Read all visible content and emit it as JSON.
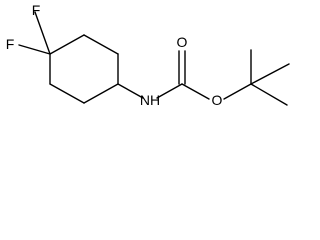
{
  "molecule": {
    "atoms": {
      "f_top": "F",
      "f_bottom": "F",
      "nh": "NH",
      "carbonyl_o": "O",
      "ester_o": "O"
    }
  },
  "colors": {
    "bond": "#000000",
    "label": "#000000",
    "background": "#ffffff"
  }
}
